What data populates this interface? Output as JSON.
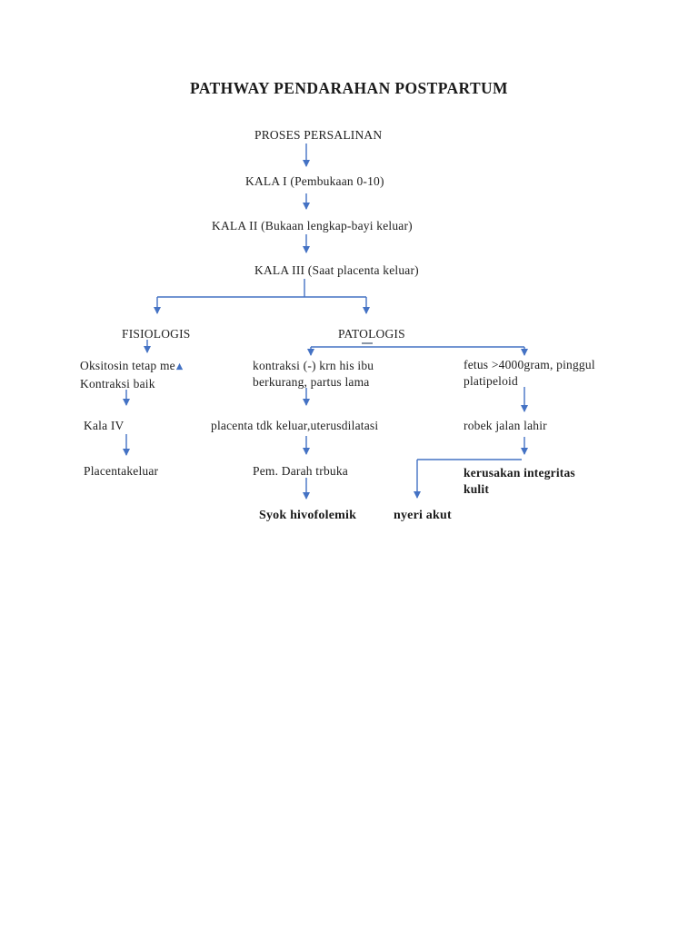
{
  "title": "PATHWAY PENDARAHAN POSTPARTUM",
  "colors": {
    "arrow_blue": "#4472c4",
    "dash_gray": "#6d7b8f",
    "text_black": "#212121"
  },
  "icons": {
    "increase_arrow": "▲"
  },
  "chain": {
    "proses": "PROSES PERSALINAN",
    "kala_i": "KALA I (Pembukaan 0-10)",
    "kala_ii": "KALA II (Bukaan lengkap-bayi keluar)",
    "kala_iii": "KALA III (Saat placenta keluar)"
  },
  "branch_labels": {
    "fisiologis": "FISIOLOGIS",
    "patologis": "PATOLOGIS"
  },
  "fisiologis_col": {
    "oksitosin_line1": "Oksitosin tetap me",
    "oksitosin_line2": "Kontraksi baik",
    "kala_iv": "Kala IV",
    "placenta_keluar": "Placentakeluar"
  },
  "patologis_col_mid": {
    "kontraksi_line1": "kontraksi (-) krn his ibu",
    "kontraksi_line2": "berkurang, partus lama",
    "placenta": "placenta tdk keluar,uterusdilatasi",
    "pem_darah": "Pem. Darah trbuka",
    "diagnosis": "Syok hivofolemik"
  },
  "patologis_col_right": {
    "fetus_line1": "fetus >4000gram, pinggul",
    "fetus_line2": "platipeloid",
    "robek": "robek jalan lahir",
    "diagnosis1_line1": "kerusakan integritas",
    "diagnosis1_line2": "kulit",
    "diagnosis2": "nyeri akut"
  }
}
